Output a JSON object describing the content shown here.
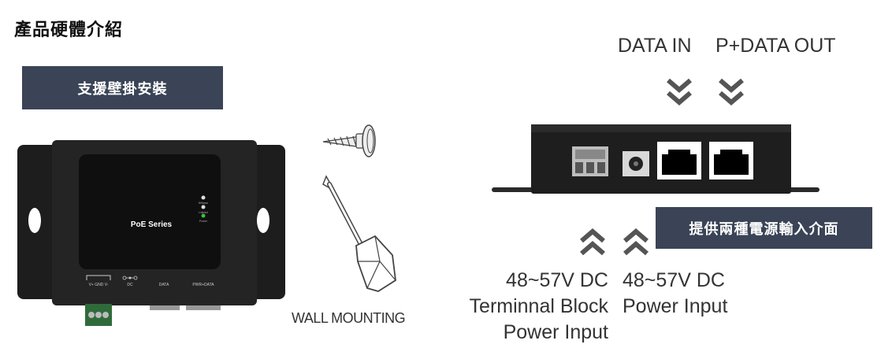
{
  "header": {
    "title": "產品硬體介紹"
  },
  "badges": {
    "wall_mount": "支援壁掛安裝",
    "power_input": "提供兩種電源輸入介面"
  },
  "device_front": {
    "series_label": "PoE Series",
    "led_labels": [
      "Wifi/pwr",
      "Link/act",
      "Power"
    ],
    "port_labels": {
      "terminal": "V+ GND V-",
      "dc": "DC",
      "data": "DATA",
      "pwr_data": "PWR+DATA"
    }
  },
  "wall": {
    "label": "WALL MOUNTING"
  },
  "ports": {
    "data_in": "DATA IN",
    "p_data_out": "P+DATA OUT"
  },
  "power": {
    "terminal_label": "48~57V DC Terminnal Block Power Input",
    "dc_label": "48~57V DC Power Input"
  },
  "colors": {
    "badge_bg": "#3a4456",
    "device_body": "#1b1b1b",
    "led_green": "#3cbf3c",
    "arrow": "#555555"
  },
  "icons": [
    "screw-icon",
    "screwdriver-icon",
    "chevron-double-down-icon",
    "chevron-double-up-icon",
    "rj45-port-icon",
    "dc-jack-icon",
    "terminal-block-icon"
  ]
}
